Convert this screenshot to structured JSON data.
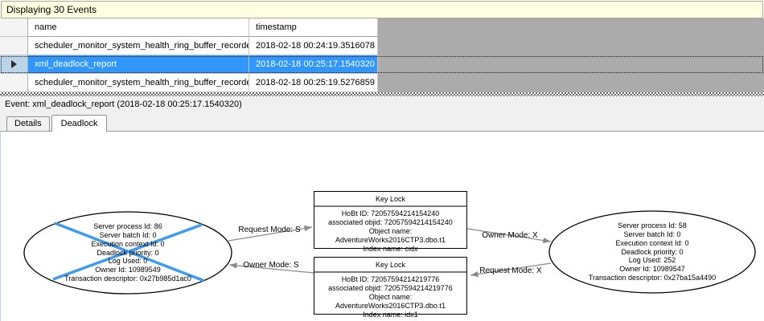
{
  "info_bar": {
    "title": "Displaying 30 Events"
  },
  "grid": {
    "columns": {
      "name": "name",
      "timestamp": "timestamp"
    },
    "rows": [
      {
        "name": "scheduler_monitor_system_health_ring_buffer_recorded",
        "timestamp": "2018-02-18 00:24:19.3516078",
        "selected": false
      },
      {
        "name": "xml_deadlock_report",
        "timestamp": "2018-02-18 00:25:17.1540320",
        "selected": true
      },
      {
        "name": "scheduler_monitor_system_health_ring_buffer_recorded",
        "timestamp": "2018-02-18 00:25:19.5276859",
        "selected": false
      }
    ]
  },
  "event_bar": {
    "label": "Event: xml_deadlock_report (2018-02-18 00:25:17.1540320)"
  },
  "tabs": [
    {
      "label": "Details",
      "active": false
    },
    {
      "label": "Deadlock",
      "active": true
    }
  ],
  "deadlock_graph": {
    "processes": [
      {
        "role": "victim",
        "lines": [
          "Server process Id: 86",
          "Server batch Id: 0",
          "Execution context Id: 0",
          "Deadlock priority: 0",
          "Log Used: 0",
          "Owner Id: 10989549",
          "Transaction descriptor: 0x27b985d1ac0"
        ]
      },
      {
        "role": "survivor",
        "lines": [
          "Server process Id: 58",
          "Server batch Id: 0",
          "Execution context Id: 0",
          "Deadlock priority: 0",
          "Log Used: 252",
          "Owner Id: 10989547",
          "Transaction descriptor: 0x27ba15a4490"
        ]
      }
    ],
    "resources": [
      {
        "title": "Key Lock",
        "lines": [
          "HoBt ID: 72057594214154240",
          "associated objid: 72057594214154240",
          "Object name: AdventureWorks2016CTP3.dbo.t1",
          "Index name: cidx"
        ]
      },
      {
        "title": "Key Lock",
        "lines": [
          "HoBt ID: 72057594214219776",
          "associated objid: 72057594214219776",
          "Object name: AdventureWorks2016CTP3.dbo.t1",
          "Index name: idx1"
        ]
      }
    ],
    "edges": [
      {
        "label": "Request Mode: S"
      },
      {
        "label": "Owner Mode: S"
      },
      {
        "label": "Owner Mode: X"
      },
      {
        "label": "Request Mode: X"
      }
    ]
  },
  "colors": {
    "selection_blue": "#3297FD",
    "victim_cross_blue": "#3E9BEE",
    "edge_gray": "#8A8A8A",
    "info_bar_yellow": "#FFFFE1",
    "grid_empty_gray": "#ABABAB"
  }
}
